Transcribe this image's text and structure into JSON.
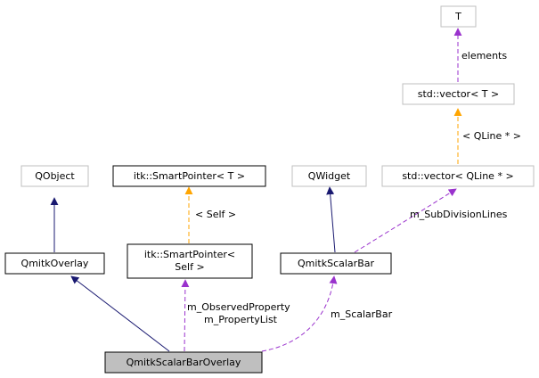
{
  "nodes": {
    "t": {
      "label": "T"
    },
    "std_vector_t": {
      "label": "std::vector< T >"
    },
    "std_vector_qline": {
      "label": "std::vector< QLine * >"
    },
    "qobject": {
      "label": "QObject"
    },
    "itk_smartpointer_t": {
      "label": "itk::SmartPointer< T >"
    },
    "qwidget": {
      "label": "QWidget"
    },
    "qmitk_overlay": {
      "label": "QmitkOverlay"
    },
    "itk_smartpointer_self": {
      "line1": "itk::SmartPointer<",
      "line2": "Self >"
    },
    "qmitk_scalar_bar": {
      "label": "QmitkScalarBar"
    },
    "qmitk_scalar_bar_overlay": {
      "label": "QmitkScalarBarOverlay"
    }
  },
  "edge_labels": {
    "elements": "elements",
    "qline_template": "< QLine * >",
    "self_template": "< Self >",
    "subdivision_lines": "m_SubDivisionLines",
    "observed_property": "m_ObservedProperty",
    "property_list": "m_PropertyList",
    "scalar_bar": "m_ScalarBar"
  },
  "colors": {
    "inheritance": "#191970",
    "usage": "#9a32cd",
    "template": "#ffa500",
    "external_border": "#bfbfbf",
    "documented_border": "#000000",
    "focus_fill": "#bfbfbf"
  }
}
